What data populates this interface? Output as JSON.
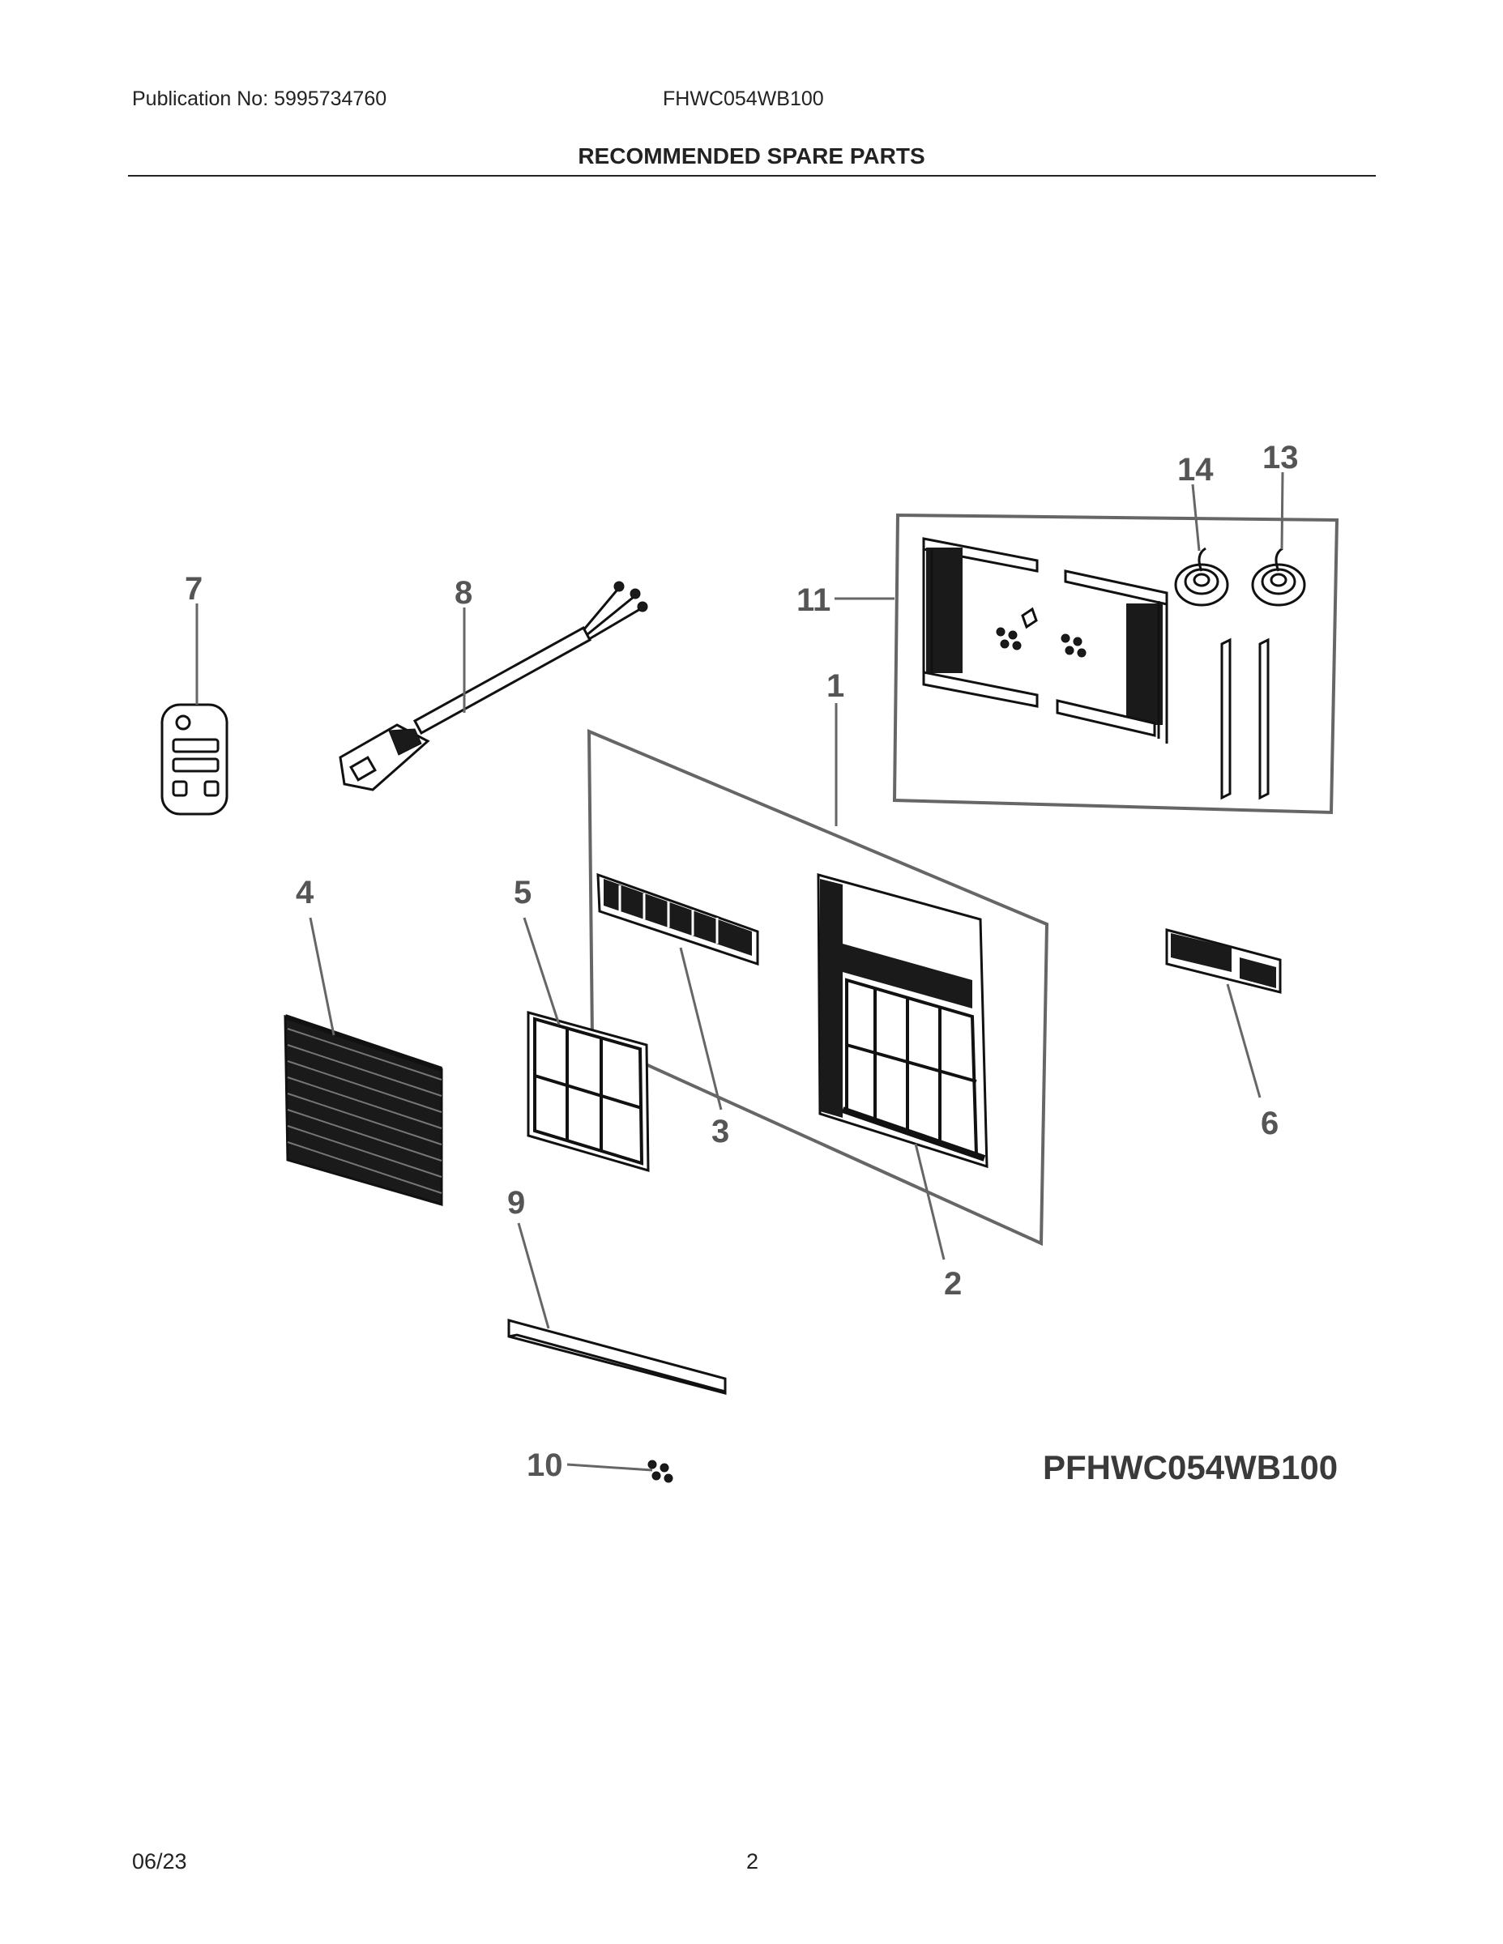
{
  "header": {
    "publication": "Publication No: 5995734760",
    "model": "FHWC054WB100",
    "title": "RECOMMENDED SPARE PARTS"
  },
  "diagram": {
    "callouts": [
      "1",
      "2",
      "3",
      "4",
      "5",
      "6",
      "7",
      "8",
      "9",
      "10",
      "11",
      "13",
      "14"
    ],
    "model_label": "PFHWC054WB100"
  },
  "footer": {
    "date": "06/23",
    "page": "2"
  }
}
